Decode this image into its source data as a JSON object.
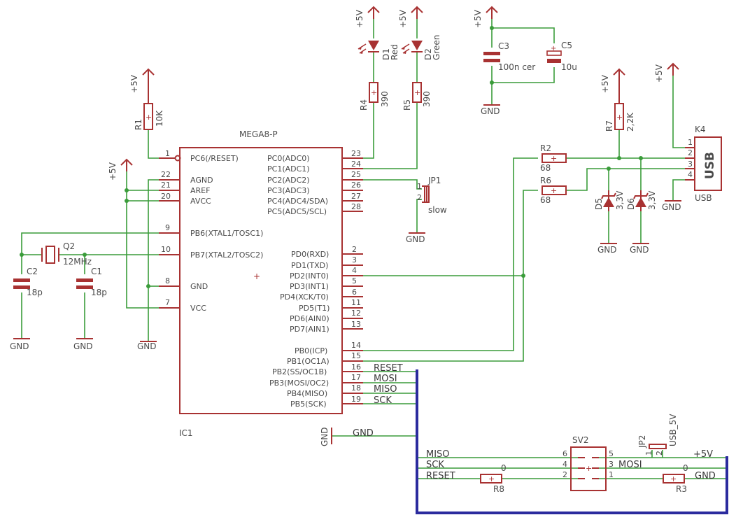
{
  "ic": {
    "name": "IC1",
    "part": "MEGA8-P",
    "left_pins": [
      {
        "num": "1",
        "name": "PC6(/RESET)"
      },
      {
        "num": "22",
        "name": "AGND"
      },
      {
        "num": "21",
        "name": "AREF"
      },
      {
        "num": "20",
        "name": "AVCC"
      },
      {
        "num": "9",
        "name": "PB6(XTAL1/TOSC1)"
      },
      {
        "num": "10",
        "name": "PB7(XTAL2/TOSC2)"
      },
      {
        "num": "8",
        "name": "GND"
      },
      {
        "num": "7",
        "name": "VCC"
      }
    ],
    "right_pins": [
      {
        "num": "23",
        "name": "PC0(ADC0)"
      },
      {
        "num": "24",
        "name": "PC1(ADC1)"
      },
      {
        "num": "25",
        "name": "PC2(ADC2)"
      },
      {
        "num": "26",
        "name": "PC3(ADC3)"
      },
      {
        "num": "27",
        "name": "PC4(ADC4/SDA)"
      },
      {
        "num": "28",
        "name": "PC5(ADC5/SCL)"
      },
      {
        "num": "2",
        "name": "PD0(RXD)"
      },
      {
        "num": "3",
        "name": "PD1(TXD)"
      },
      {
        "num": "4",
        "name": "PD2(INT0)"
      },
      {
        "num": "5",
        "name": "PD3(INT1)"
      },
      {
        "num": "6",
        "name": "PD4(XCK/T0)"
      },
      {
        "num": "11",
        "name": "PD5(T1)"
      },
      {
        "num": "12",
        "name": "PD6(AIN0)"
      },
      {
        "num": "13",
        "name": "PD7(AIN1)"
      },
      {
        "num": "14",
        "name": "PB0(ICP)"
      },
      {
        "num": "15",
        "name": "PB1(OC1A)"
      },
      {
        "num": "16",
        "name": "PB2(SS/OC1B)"
      },
      {
        "num": "17",
        "name": "PB3(MOSI/OC2)"
      },
      {
        "num": "18",
        "name": "PB4(MISO)"
      },
      {
        "num": "19",
        "name": "PB5(SCK)"
      }
    ]
  },
  "nets": {
    "vcc": "+5V",
    "gnd": "GND",
    "reset": "RESET",
    "mosi": "MOSI",
    "miso": "MISO",
    "sck": "SCK",
    "usb5v": "USB_5V"
  },
  "components": {
    "r1": {
      "name": "R1",
      "value": "10K"
    },
    "r2": {
      "name": "R2",
      "value": "68"
    },
    "r3": {
      "name": "R3",
      "value": "0"
    },
    "r4": {
      "name": "R4",
      "value": "390"
    },
    "r5": {
      "name": "R5",
      "value": "390"
    },
    "r6": {
      "name": "R6",
      "value": "68"
    },
    "r7": {
      "name": "R7",
      "value": "2,2K"
    },
    "r8": {
      "name": "R8",
      "value": "0"
    },
    "c1": {
      "name": "C1",
      "value": "18p"
    },
    "c2": {
      "name": "C2",
      "value": "18p"
    },
    "c3": {
      "name": "C3",
      "value": "100n cer"
    },
    "c5": {
      "name": "C5",
      "value": "10u"
    },
    "d1": {
      "name": "D1",
      "value": "Red"
    },
    "d2": {
      "name": "D2",
      "value": "Green"
    },
    "d5": {
      "name": "D5",
      "value": "3,3V"
    },
    "d6": {
      "name": "D6",
      "value": "3,3V"
    },
    "q2": {
      "name": "Q2",
      "value": "12MHz"
    },
    "jp1": {
      "name": "JP1",
      "value": "slow"
    },
    "jp2": {
      "name": "JP2"
    },
    "k4": {
      "name": "K4",
      "value": "USB",
      "connector": "USB"
    },
    "sv2": {
      "name": "SV2"
    }
  },
  "colors": {
    "part": "#a83232",
    "wire": "#3a9c3a",
    "bus": "#2b2b9e",
    "text": "#4a4a4a"
  }
}
